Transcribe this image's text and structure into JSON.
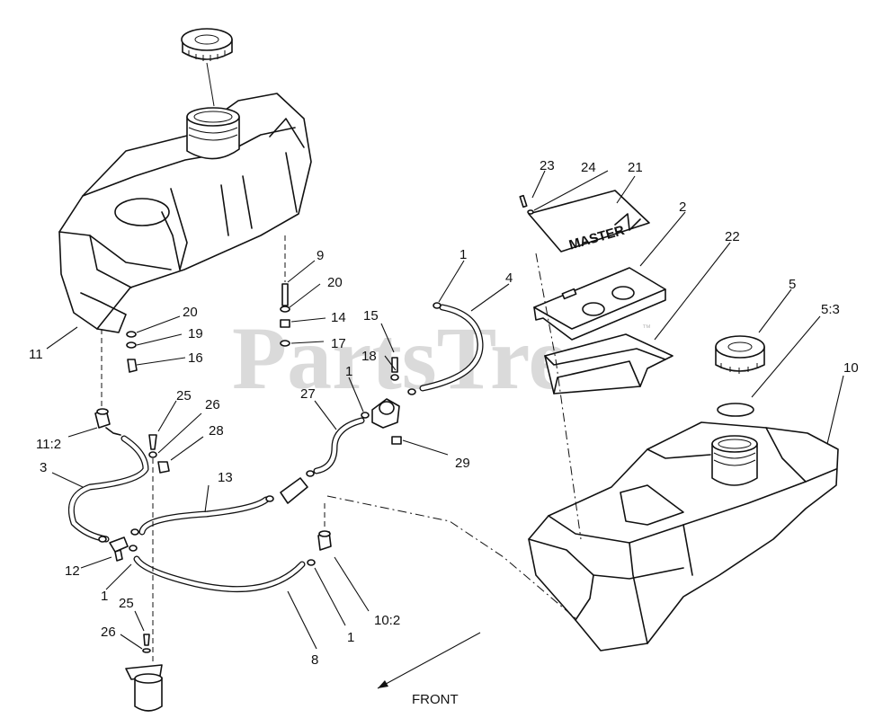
{
  "watermark": {
    "text": "PartsTree",
    "trademark": "™"
  },
  "decal": {
    "text": "MASTER"
  },
  "front_label": "FRONT",
  "callouts": {
    "c23": "23",
    "c24": "24",
    "c21": "21",
    "c2": "2",
    "c22": "22",
    "c1_top": "1",
    "c4": "4",
    "c9": "9",
    "c20_a": "20",
    "c14": "14",
    "c17": "17",
    "c15": "15",
    "c18": "18",
    "c20_b": "20",
    "c19": "19",
    "c16": "16",
    "c11": "11",
    "c5": "5",
    "c5_3": "5:3",
    "c10": "10",
    "c25_a": "25",
    "c26_a": "26",
    "c28": "28",
    "c27": "27",
    "c1_mid": "1",
    "c29": "29",
    "c11_2": "11:2",
    "c3": "3",
    "c13": "13",
    "c12": "12",
    "c1_left": "1",
    "c25_b": "25",
    "c26_b": "26",
    "c8": "8",
    "c1_bottom": "1",
    "c10_2": "10:2"
  },
  "colors": {
    "line": "#111111",
    "watermark": "#bdbdbd",
    "background": "#ffffff"
  }
}
